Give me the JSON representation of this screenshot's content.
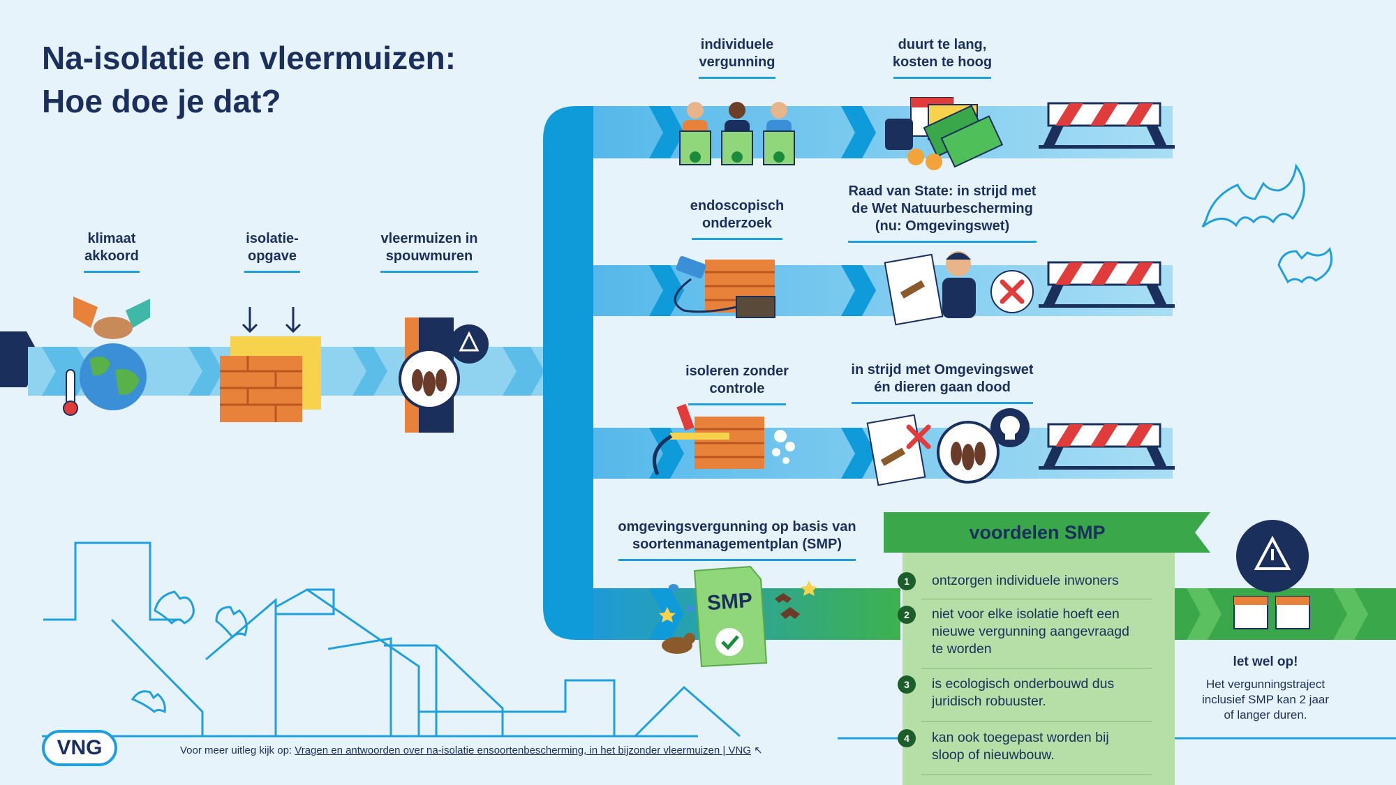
{
  "title": {
    "line1": "Na-isolatie en vleermuizen:",
    "line2": "Hoe doe je dat?"
  },
  "steps": {
    "klimaat": "klimaat\nakkoord",
    "isolatie": "isolatie-\nopgave",
    "vleermuizen": "vleermuizen in\nspouwmuren"
  },
  "routes": {
    "r1_label": "individuele\nvergunning",
    "r1_result": "duurt te lang,\nkosten te hoog",
    "r2_label": "endoscopisch\nonderzoek",
    "r2_result": "Raad van State: in strijd met\nde Wet Natuurbescherming\n(nu: Omgevingswet)",
    "r3_label": "isoleren zonder\ncontrole",
    "r3_result": "in strijd met Omgevingswet\nén dieren gaan dood",
    "r4_label": "omgevingsvergunning op basis van\nsoortenmanagementplan (SMP)",
    "smp_card": "SMP"
  },
  "smp": {
    "heading": "voordelen SMP",
    "items": [
      {
        "num": "1",
        "text": "ontzorgen individuele inwoners"
      },
      {
        "num": "2",
        "text": "niet voor elke isolatie hoeft een\nnieuwe vergunning aangevraagd\nte worden"
      },
      {
        "num": "3",
        "text": "is ecologisch onderbouwd dus\njuridisch robuuster."
      },
      {
        "num": "4",
        "text": "kan ook toegepast worden bij\nsloop of nieuwbouw."
      }
    ]
  },
  "note": {
    "heading": "let wel op!",
    "text": "Het vergunningstraject\ninclusief SMP kan 2 jaar\nof langer duren."
  },
  "footer": {
    "prefix": "Voor meer uitleg kijk op:",
    "link": "Vragen en antwoorden over na-isolatie ensoortenbescherming, in het bijzonder vleermuizen | VNG"
  },
  "logo": {
    "text": "VNG"
  },
  "colors": {
    "navy": "#1b2f5c",
    "blue": "#0f9ad9",
    "lightblue": "#8fd3f1",
    "green": "#3aa84a",
    "red": "#e03c3c",
    "brick": "#e8813a"
  }
}
